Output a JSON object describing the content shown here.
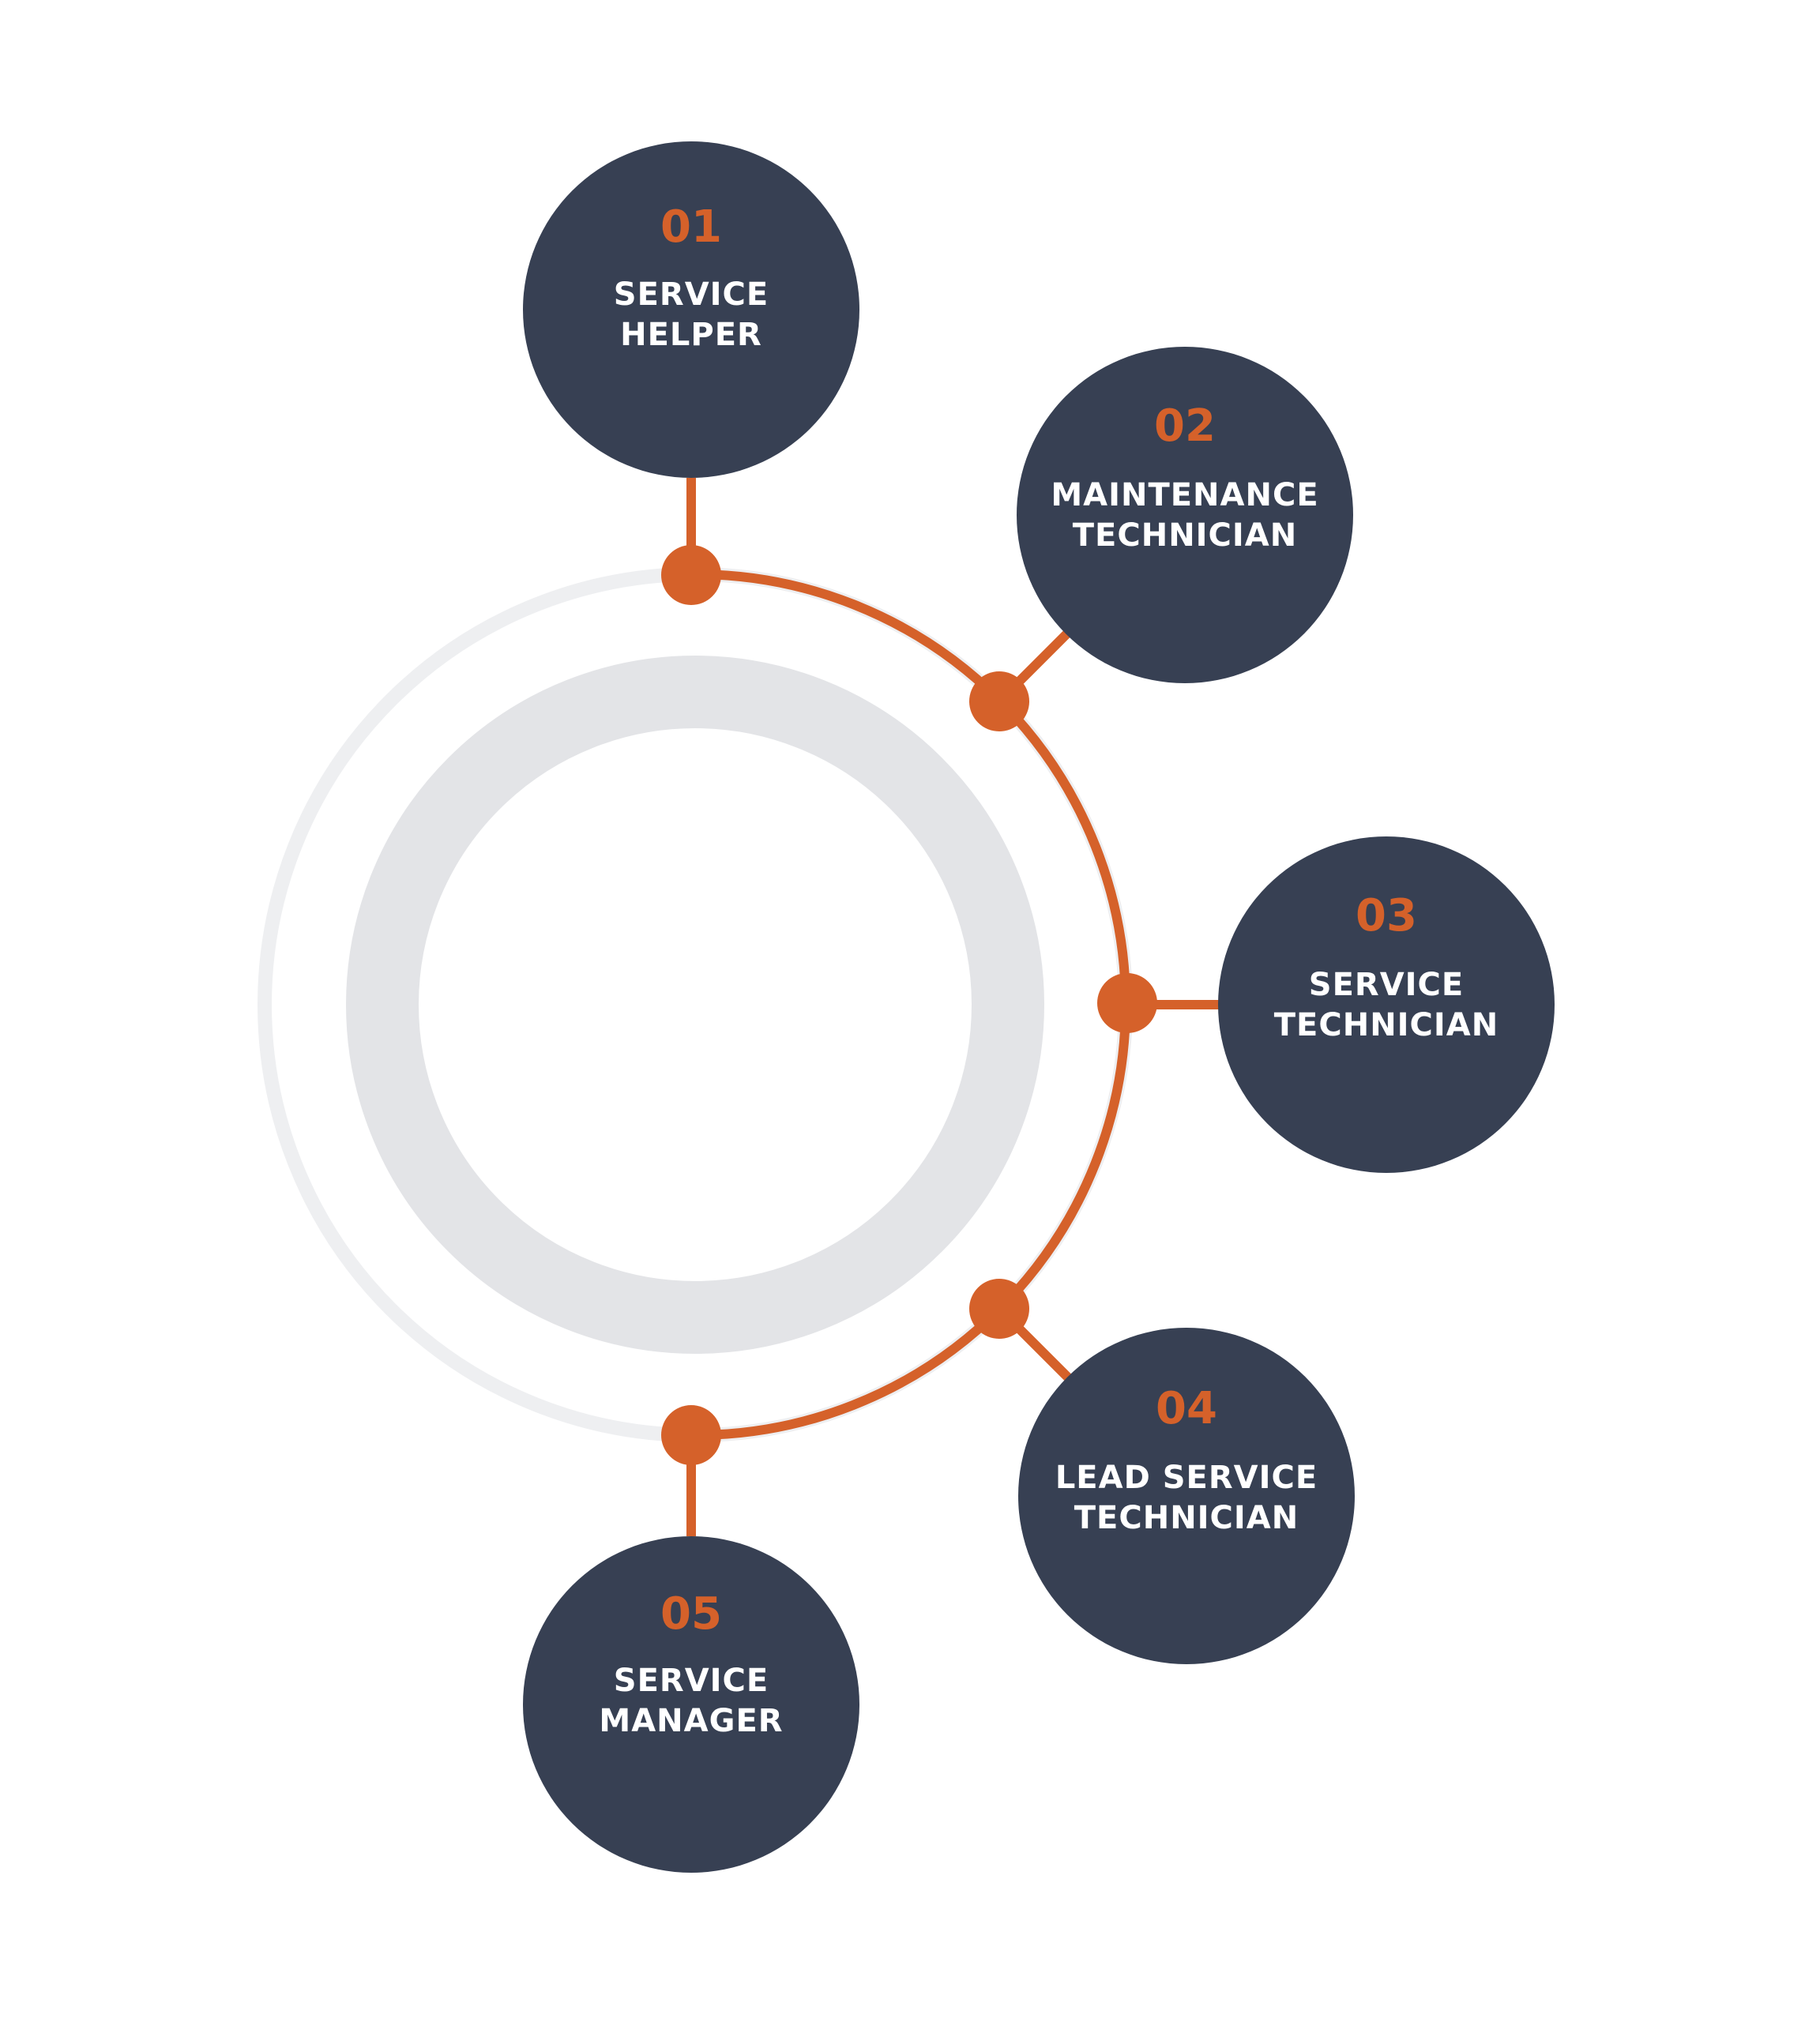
{
  "colors": {
    "accent": "#D5612A",
    "node_fill": "#374053",
    "node_text": "#FFFFFF",
    "outer_ring": "#EEEFF1",
    "inner_ring": "#E3E4E7",
    "background": "#FFFFFF"
  },
  "steps": [
    {
      "number": "01",
      "label_line1": "SERVICE",
      "label_line2": "HELPER"
    },
    {
      "number": "02",
      "label_line1": "MAINTENANCE",
      "label_line2": "TECHNICIAN"
    },
    {
      "number": "03",
      "label_line1": "SERVICE",
      "label_line2": "TECHNICIAN"
    },
    {
      "number": "04",
      "label_line1": "LEAD SERVICE",
      "label_line2": "TECHNICIAN"
    },
    {
      "number": "05",
      "label_line1": "SERVICE",
      "label_line2": "MANAGER"
    }
  ]
}
